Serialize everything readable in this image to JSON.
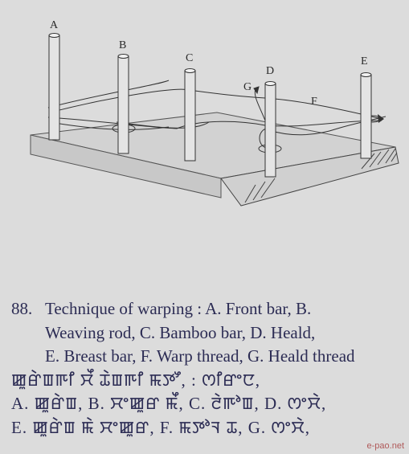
{
  "figure": {
    "labels": {
      "A": "A",
      "B": "B",
      "C": "C",
      "D": "D",
      "E": "E",
      "F": "F",
      "G": "G"
    }
  },
  "caption": {
    "number": "88.",
    "lines": [
      "Technique of warping : A. Front bar, B.",
      "Weaving rod, C. Bamboo bar, D. Heald,",
      "E. Breast bar, F. Warp thread, G. Heald thread",
      "ꯀꯨꯔꯥꯡꯒꯤ ꯆꯩ ꯊꯥꯡꯒꯤ ꯃꯇꯧ, : ꯁꯤꯔꯦꯅ,",
      "A. ꯀꯨꯔꯥꯡ, B. ꯆꯦꯀꯨꯔ ꯃꯩ, C. ꯂꯥꯒꯣꯡ, D. ꯁꯦꯆꯥ,",
      "E. ꯀꯨꯔꯥꯡ ꯃꯥ ꯆꯦꯀꯨꯔ, F. ꯃꯇꯣꯜ ꯊ, G. ꯁꯦꯆꯥ,"
    ]
  },
  "watermark": "e-pao.net"
}
